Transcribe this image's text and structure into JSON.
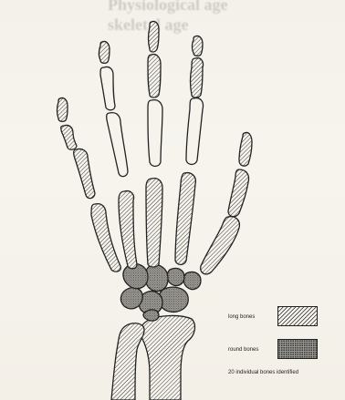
{
  "header_text": {
    "line1": "Physiological age",
    "line2": "skeletal age"
  },
  "legend": {
    "long_bones": {
      "label": "long bones",
      "pattern": "diagonal-hatch"
    },
    "round_bones": {
      "label": "round bones",
      "pattern": "stipple"
    },
    "note": "20 individual bones identified"
  },
  "colors": {
    "paper": "#f6f3ec",
    "ink": "#222222",
    "stipple_fill": "#9a9893"
  }
}
